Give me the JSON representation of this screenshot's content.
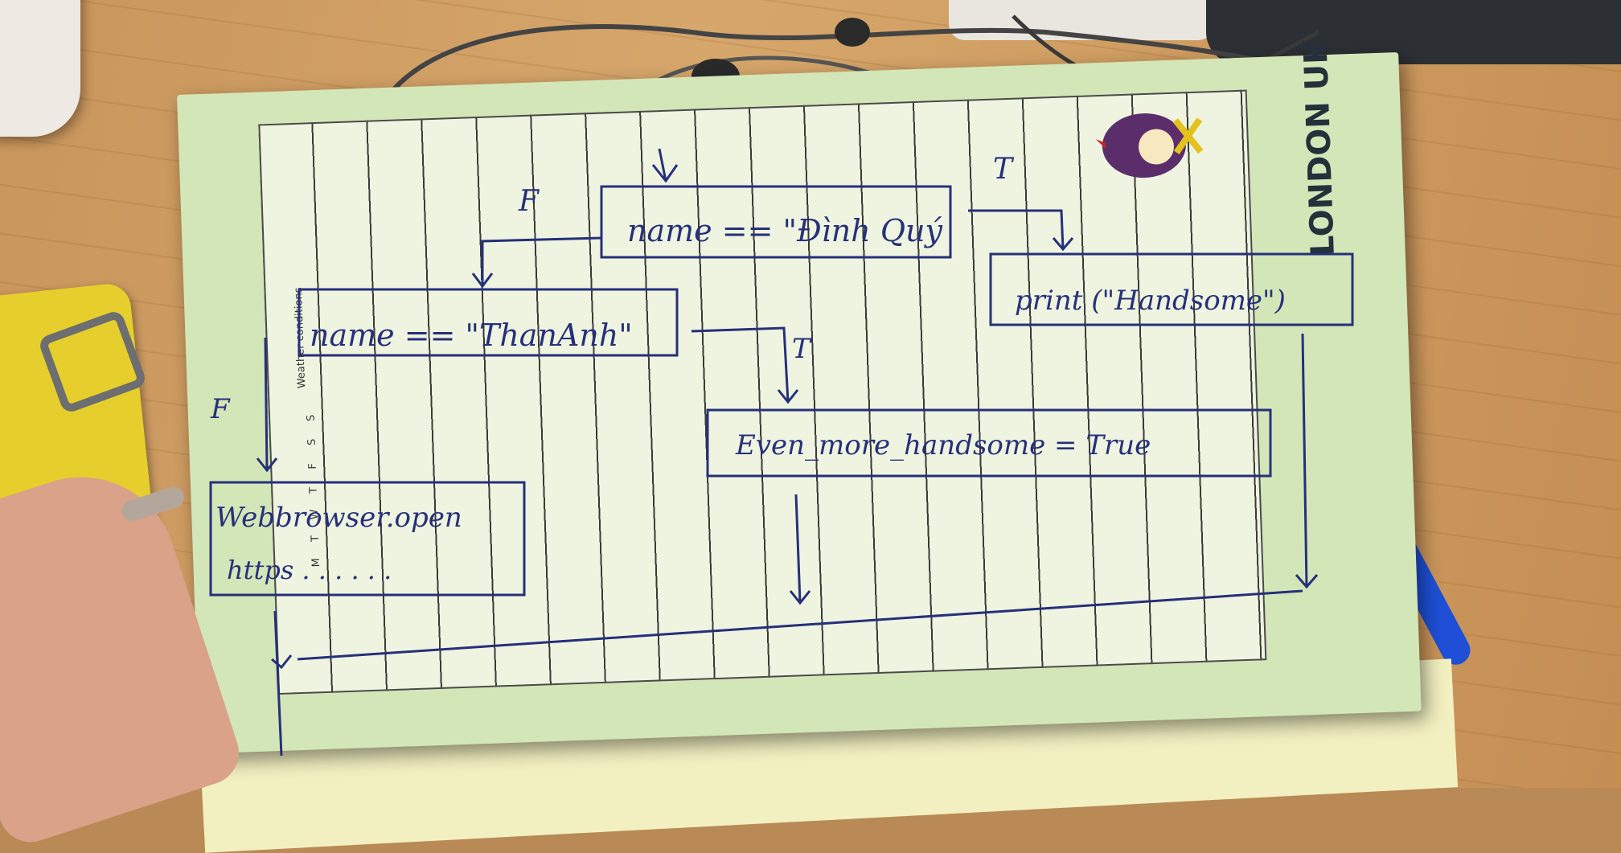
{
  "notebook": {
    "brand_text": "LONDON UK",
    "sidebar_label": "Weather conditions",
    "weekday_letters": [
      "M",
      "T",
      "W",
      "T",
      "F",
      "S",
      "S"
    ]
  },
  "flowchart": {
    "node_top": "name == \"Đình Quý",
    "node_second": "name == \"ThanAnh\"",
    "node_print": "print (\"Handsome\")",
    "node_assign": "Even_more_handsome = True",
    "node_browser_line1": "Webbrowser.open",
    "node_browser_line2": "https . . . . . .",
    "label_true": "T",
    "label_false": "F"
  },
  "colors": {
    "ink": "#26307a",
    "paper": "#d3e6b8",
    "desk": "#d6a66b"
  }
}
